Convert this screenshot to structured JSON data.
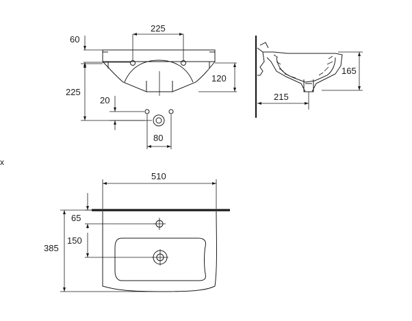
{
  "views": {
    "front": {
      "dims": {
        "tap_spacing": "225",
        "rim_to_holes": "60",
        "bowl_depth": "120",
        "mount_height": "225",
        "drain_offset": "20",
        "drain_spacing": "80"
      }
    },
    "side": {
      "dims": {
        "height": "165",
        "depth_to_drain": "215"
      }
    },
    "top": {
      "dims": {
        "width": "510",
        "wall_to_taphole": "65",
        "wall_to_drain": "150",
        "total_depth": "385"
      }
    }
  },
  "margin_mark": "x"
}
